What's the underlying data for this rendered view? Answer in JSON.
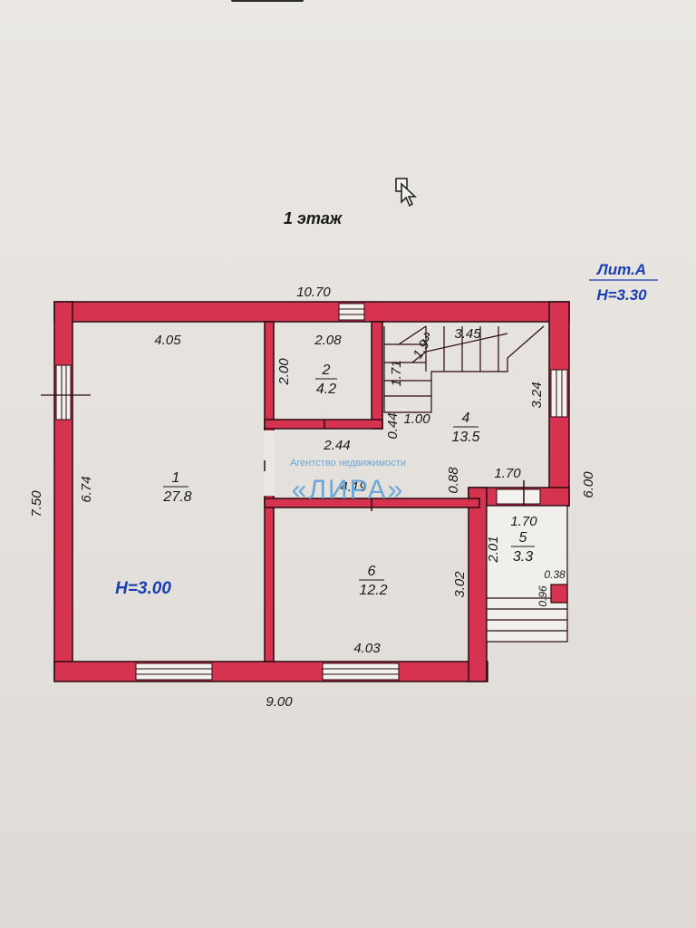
{
  "title": "1 этаж",
  "liter": {
    "name": "Лит.А",
    "height": "H=3.30"
  },
  "watermark": {
    "agency": "Агентство недвижимости",
    "brand": "«ЛИРА»"
  },
  "ceiling_height": "H=3.00",
  "colors": {
    "wall": "#d63350",
    "wall_stroke": "#2a0a10",
    "paper": "#e9e6e2",
    "blue_label": "#1a3fb5",
    "watermark": "#6aa6d8"
  },
  "dimensions": {
    "top_overall": "10.70",
    "bottom_overall": "9.00",
    "left_overall": "7.50",
    "right_overall": "6.00",
    "room1_top": "4.05",
    "room1_left": "6.74",
    "room2_top": "2.08",
    "room2_left": "2.00",
    "stair_width": "3.45",
    "stair_a": "3",
    "stair_b": "1.9",
    "stair_c": "1.71",
    "hall_0_44": "0.44",
    "hall_1_00": "1.00",
    "hall_right": "3.24",
    "corridor_2_44": "2.44",
    "corridor_4_19": "4.19",
    "hall_0_88": "0.88",
    "hall_1_70": "1.70",
    "room5_top": "1.70",
    "room5_left": "2.01",
    "room5_0_38": "0.38",
    "room5_0_96": "0.96",
    "room6_right": "3.02",
    "room6_bottom": "4.03"
  },
  "rooms": [
    {
      "num": "1",
      "area": "27.8"
    },
    {
      "num": "2",
      "area": "4.2"
    },
    {
      "num": "4",
      "area": "13.5"
    },
    {
      "num": "5",
      "area": "3.3"
    },
    {
      "num": "6",
      "area": "12.2"
    }
  ]
}
